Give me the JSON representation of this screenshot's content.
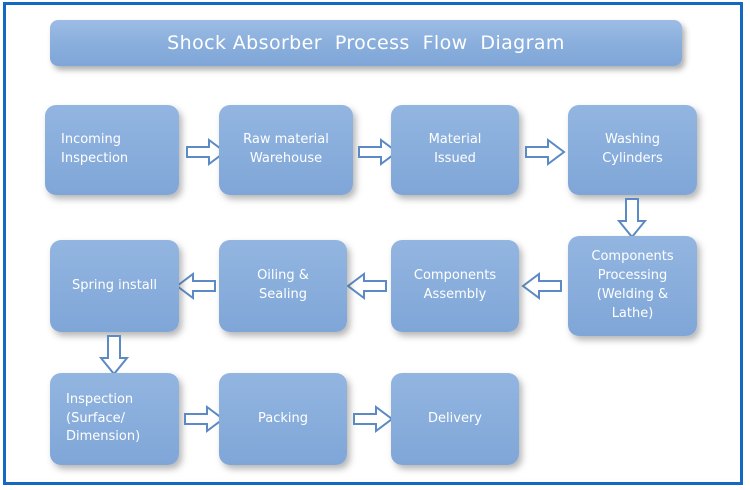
{
  "diagram": {
    "title": "Shock Absorber  Process  Flow  Diagram",
    "colors": {
      "frame_border": "#1268C3",
      "node_fill": "#89AEDC",
      "node_text": "#FFFFFF",
      "arrow_fill": "#FFFFFF",
      "arrow_stroke": "#5B8AC4",
      "canvas_background": "#FFFFFF"
    },
    "nodes": [
      {
        "id": "incoming-inspection",
        "label": "Incoming\nInspection",
        "align": "left"
      },
      {
        "id": "raw-material-warehouse",
        "label": "Raw material\nWarehouse",
        "align": "center"
      },
      {
        "id": "material-issued",
        "label": "Material\nIssued",
        "align": "center"
      },
      {
        "id": "washing-cylinders",
        "label": "Washing\nCylinders",
        "align": "center"
      },
      {
        "id": "components-processing",
        "label": "Components\nProcessing\n(Welding &\nLathe)",
        "align": "center"
      },
      {
        "id": "components-assembly",
        "label": "Components\nAssembly",
        "align": "center"
      },
      {
        "id": "oiling-sealing",
        "label": "Oiling &\nSealing",
        "align": "center"
      },
      {
        "id": "spring-install",
        "label": "Spring install",
        "align": "center"
      },
      {
        "id": "inspection-surface-dimension",
        "label": "Inspection\n(Surface/\nDimension)",
        "align": "left"
      },
      {
        "id": "packing",
        "label": "Packing",
        "align": "center"
      },
      {
        "id": "delivery",
        "label": "Delivery",
        "align": "center"
      }
    ],
    "connectors": [
      {
        "id": "incoming-to-raw",
        "direction": "right"
      },
      {
        "id": "raw-to-material-issued",
        "direction": "right"
      },
      {
        "id": "material-issued-to-washing",
        "direction": "right"
      },
      {
        "id": "washing-to-processing",
        "direction": "down"
      },
      {
        "id": "processing-to-assembly",
        "direction": "left"
      },
      {
        "id": "assembly-to-oiling",
        "direction": "left"
      },
      {
        "id": "oiling-to-spring",
        "direction": "left"
      },
      {
        "id": "spring-to-inspection",
        "direction": "down"
      },
      {
        "id": "inspection-to-packing",
        "direction": "right"
      },
      {
        "id": "packing-to-delivery",
        "direction": "right"
      }
    ]
  }
}
